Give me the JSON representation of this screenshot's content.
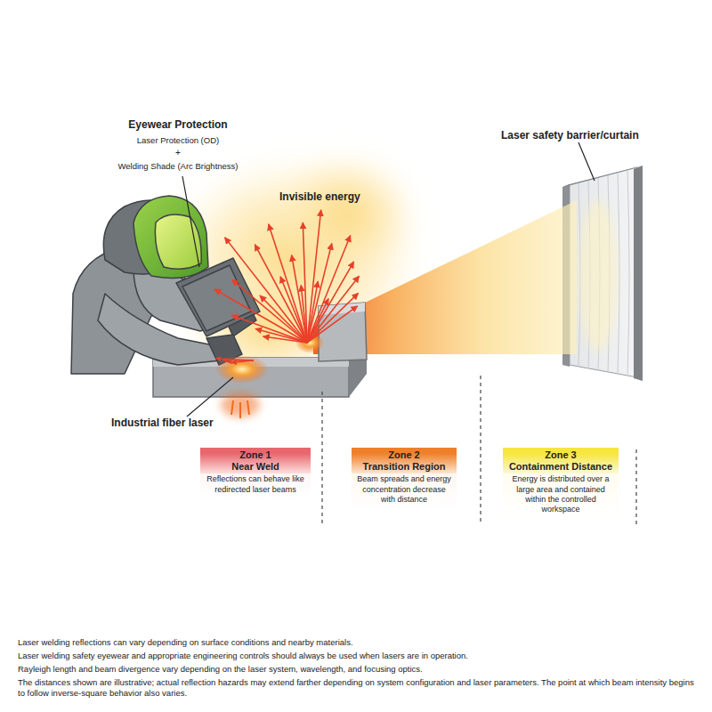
{
  "diagram": {
    "nodes": [
      {
        "text": [
          "Zone 1",
          "Near Weld",
          "Reflections can behave like redirected laser beams"
        ]
      },
      {
        "text": [
          "Zone 2",
          "Transition Region",
          "Beam spreads and energy concentration decrease with distance"
        ]
      },
      {
        "text": [
          "Zone 3",
          "Containment Distance",
          "Energy is distributed over a large area and contained within the controlled workspace"
        ]
      }
    ],
    "labels": [
      "Eyewear Protection",
      "Laser Protection (OD)",
      "+",
      "Welding Shade (Arc Brightness)",
      "Invisible energy",
      "Laser safety barrier/curtain",
      "Industrial fiber laser",
      "Laser welding reflections can vary depending on surface conditions and nearby materials.",
      "Laser welding safety eyewear and appropriate engineering controls should always be used when lasers are in operation.",
      "Rayleigh length and beam divergence vary depending on the laser system, wavelength, and focusing optics.",
      "The distances shown are illustrative; actual reflection hazards may extend farther depending on system configuration and laser parameters. The point at which beam intensity begins to follow inverse-square behavior also varies."
    ]
  }
}
